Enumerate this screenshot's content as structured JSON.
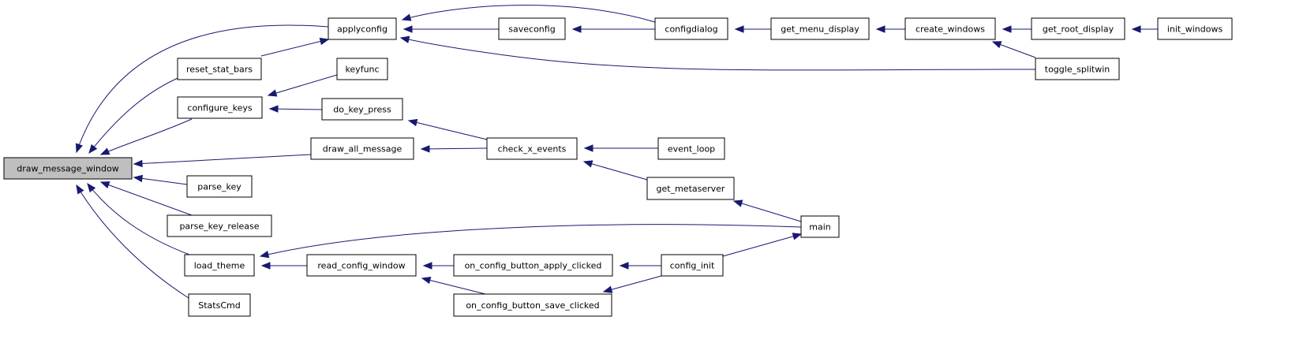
{
  "colors": {
    "edge": "#191970",
    "node_fill": "#ffffff",
    "highlight_fill": "#bfbfbf",
    "node_border": "#000000"
  },
  "nodes": [
    {
      "id": "draw_message_window",
      "label": "draw_message_window",
      "highlight": true
    },
    {
      "id": "applyconfig",
      "label": "applyconfig"
    },
    {
      "id": "saveconfig",
      "label": "saveconfig"
    },
    {
      "id": "configdialog",
      "label": "configdialog"
    },
    {
      "id": "get_menu_display",
      "label": "get_menu_display"
    },
    {
      "id": "create_windows",
      "label": "create_windows"
    },
    {
      "id": "get_root_display",
      "label": "get_root_display"
    },
    {
      "id": "init_windows",
      "label": "init_windows"
    },
    {
      "id": "toggle_splitwin",
      "label": "toggle_splitwin"
    },
    {
      "id": "reset_stat_bars",
      "label": "reset_stat_bars"
    },
    {
      "id": "keyfunc",
      "label": "keyfunc"
    },
    {
      "id": "configure_keys",
      "label": "configure_keys"
    },
    {
      "id": "do_key_press",
      "label": "do_key_press"
    },
    {
      "id": "draw_all_message",
      "label": "draw_all_message"
    },
    {
      "id": "check_x_events",
      "label": "check_x_events"
    },
    {
      "id": "event_loop",
      "label": "event_loop"
    },
    {
      "id": "get_metaserver",
      "label": "get_metaserver"
    },
    {
      "id": "parse_key",
      "label": "parse_key"
    },
    {
      "id": "parse_key_release",
      "label": "parse_key_release"
    },
    {
      "id": "main",
      "label": "main"
    },
    {
      "id": "load_theme",
      "label": "load_theme"
    },
    {
      "id": "read_config_window",
      "label": "read_config_window"
    },
    {
      "id": "on_config_button_apply_clicked",
      "label": "on_config_button_apply_clicked"
    },
    {
      "id": "config_init",
      "label": "config_init"
    },
    {
      "id": "on_config_button_save_clicked",
      "label": "on_config_button_save_clicked"
    },
    {
      "id": "StatsCmd",
      "label": "StatsCmd"
    }
  ],
  "edges": [
    {
      "from": "applyconfig",
      "to": "draw_message_window"
    },
    {
      "from": "reset_stat_bars",
      "to": "draw_message_window"
    },
    {
      "from": "configure_keys",
      "to": "draw_message_window"
    },
    {
      "from": "draw_all_message",
      "to": "draw_message_window"
    },
    {
      "from": "parse_key",
      "to": "draw_message_window"
    },
    {
      "from": "parse_key_release",
      "to": "draw_message_window"
    },
    {
      "from": "load_theme",
      "to": "draw_message_window"
    },
    {
      "from": "StatsCmd",
      "to": "draw_message_window"
    },
    {
      "from": "reset_stat_bars",
      "to": "applyconfig"
    },
    {
      "from": "saveconfig",
      "to": "applyconfig"
    },
    {
      "from": "configdialog",
      "to": "applyconfig"
    },
    {
      "from": "toggle_splitwin",
      "to": "applyconfig"
    },
    {
      "from": "configdialog",
      "to": "saveconfig"
    },
    {
      "from": "get_menu_display",
      "to": "configdialog"
    },
    {
      "from": "create_windows",
      "to": "get_menu_display"
    },
    {
      "from": "get_root_display",
      "to": "create_windows"
    },
    {
      "from": "toggle_splitwin",
      "to": "create_windows"
    },
    {
      "from": "init_windows",
      "to": "get_root_display"
    },
    {
      "from": "keyfunc",
      "to": "configure_keys"
    },
    {
      "from": "do_key_press",
      "to": "configure_keys"
    },
    {
      "from": "check_x_events",
      "to": "do_key_press"
    },
    {
      "from": "check_x_events",
      "to": "draw_all_message"
    },
    {
      "from": "event_loop",
      "to": "check_x_events"
    },
    {
      "from": "get_metaserver",
      "to": "check_x_events"
    },
    {
      "from": "main",
      "to": "get_metaserver"
    },
    {
      "from": "main",
      "to": "load_theme"
    },
    {
      "from": "read_config_window",
      "to": "load_theme"
    },
    {
      "from": "on_config_button_apply_clicked",
      "to": "read_config_window"
    },
    {
      "from": "on_config_button_save_clicked",
      "to": "read_config_window"
    },
    {
      "from": "config_init",
      "to": "on_config_button_apply_clicked"
    },
    {
      "from": "config_init",
      "to": "on_config_button_save_clicked"
    },
    {
      "from": "config_init",
      "to": "main"
    }
  ]
}
